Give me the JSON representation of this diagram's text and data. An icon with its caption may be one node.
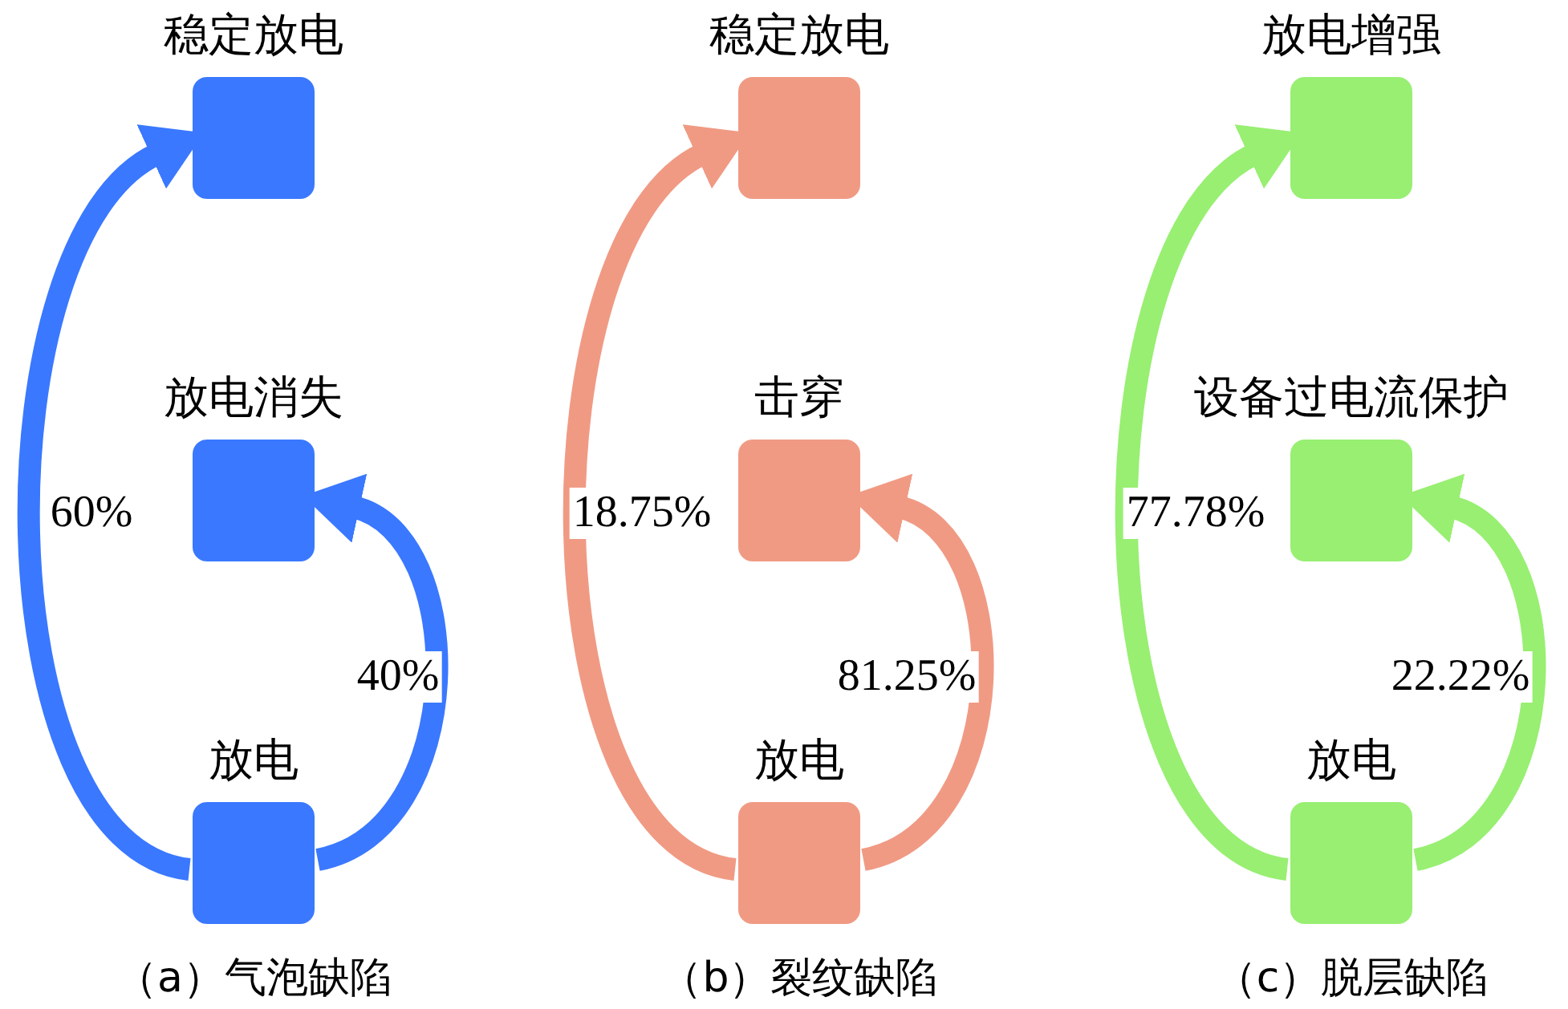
{
  "diagram": {
    "nodes": [
      {
        "text": [
          "稳定放电"
        ]
      },
      {
        "text": [
          "放电消失"
        ]
      },
      {
        "text": [
          "放电"
        ]
      },
      {
        "text": [
          "稳定放电"
        ]
      },
      {
        "text": [
          "击穿"
        ]
      },
      {
        "text": [
          "放电"
        ]
      },
      {
        "text": [
          "放电增强"
        ]
      },
      {
        "text": [
          "设备过电流保护"
        ]
      },
      {
        "text": [
          "放电"
        ]
      }
    ],
    "edges": [
      {
        "from": 2,
        "to": 0,
        "arrow": "to",
        "label": "60%",
        "color": "#3a78ff"
      },
      {
        "from": 2,
        "to": 1,
        "arrow": "to",
        "label": "40%",
        "color": "#3a78ff"
      },
      {
        "from": 5,
        "to": 3,
        "arrow": "to",
        "label": "18.75%",
        "color": "#f09a84"
      },
      {
        "from": 5,
        "to": 4,
        "arrow": "to",
        "label": "81.25%",
        "color": "#f09a84"
      },
      {
        "from": 8,
        "to": 6,
        "arrow": "to",
        "label": "77.78%",
        "color": "#98ef72"
      },
      {
        "from": 8,
        "to": 7,
        "arrow": "to",
        "label": "22.22%",
        "color": "#98ef72"
      }
    ],
    "labels": [
      "（a）气泡缺陷",
      "（b）裂纹缺陷",
      "（c）脱层缺陷"
    ]
  }
}
